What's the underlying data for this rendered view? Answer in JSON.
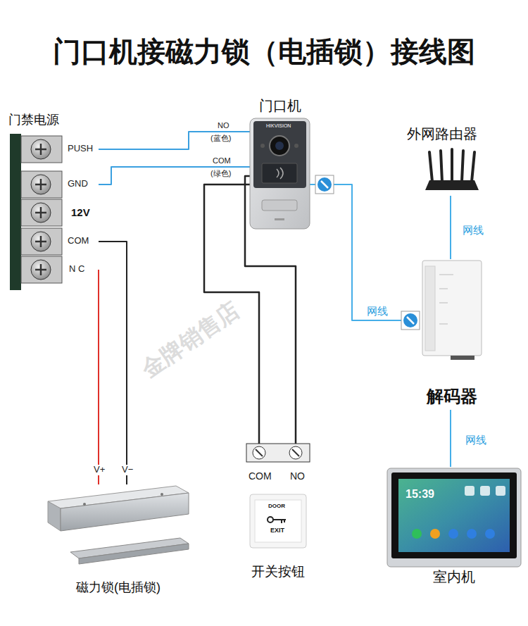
{
  "diagram": {
    "title": "门口机接磁力锁（电插锁）接线图",
    "nodes": [
      {
        "text": [
          "门禁电源"
        ]
      },
      {
        "text": [
          "门口机"
        ]
      },
      {
        "text": [
          "外网路由器"
        ]
      },
      {
        "text": [
          "解码器"
        ]
      },
      {
        "text": [
          "开关按钮"
        ]
      },
      {
        "text": [
          "磁力锁(电插锁)"
        ]
      },
      {
        "text": [
          "室内机"
        ]
      }
    ],
    "edges": [
      {
        "from": 0,
        "to": 1,
        "arrow": "none"
      },
      {
        "from": 0,
        "to": 1,
        "arrow": "none"
      },
      {
        "from": 0,
        "to": 5,
        "arrow": "none"
      },
      {
        "from": 0,
        "to": 5,
        "arrow": "none"
      },
      {
        "from": 1,
        "to": 4,
        "arrow": "none"
      },
      {
        "from": 1,
        "to": 4,
        "arrow": "none"
      },
      {
        "from": 1,
        "to": 3,
        "label": "网线",
        "arrow": "none"
      },
      {
        "from": 2,
        "to": 3,
        "label": "网线",
        "arrow": "none"
      },
      {
        "from": 3,
        "to": 6,
        "label": "网线",
        "arrow": "none"
      }
    ],
    "labels": [
      "PUSH",
      "GND",
      "12V",
      "COM",
      "N C",
      "NO",
      "(蓝色)",
      "COM",
      "(绿色)",
      "V+",
      "V−",
      "COM",
      "NO",
      "HIKVISION",
      "DOOR",
      "EXIT",
      "15:39",
      "金牌销售店"
    ]
  }
}
